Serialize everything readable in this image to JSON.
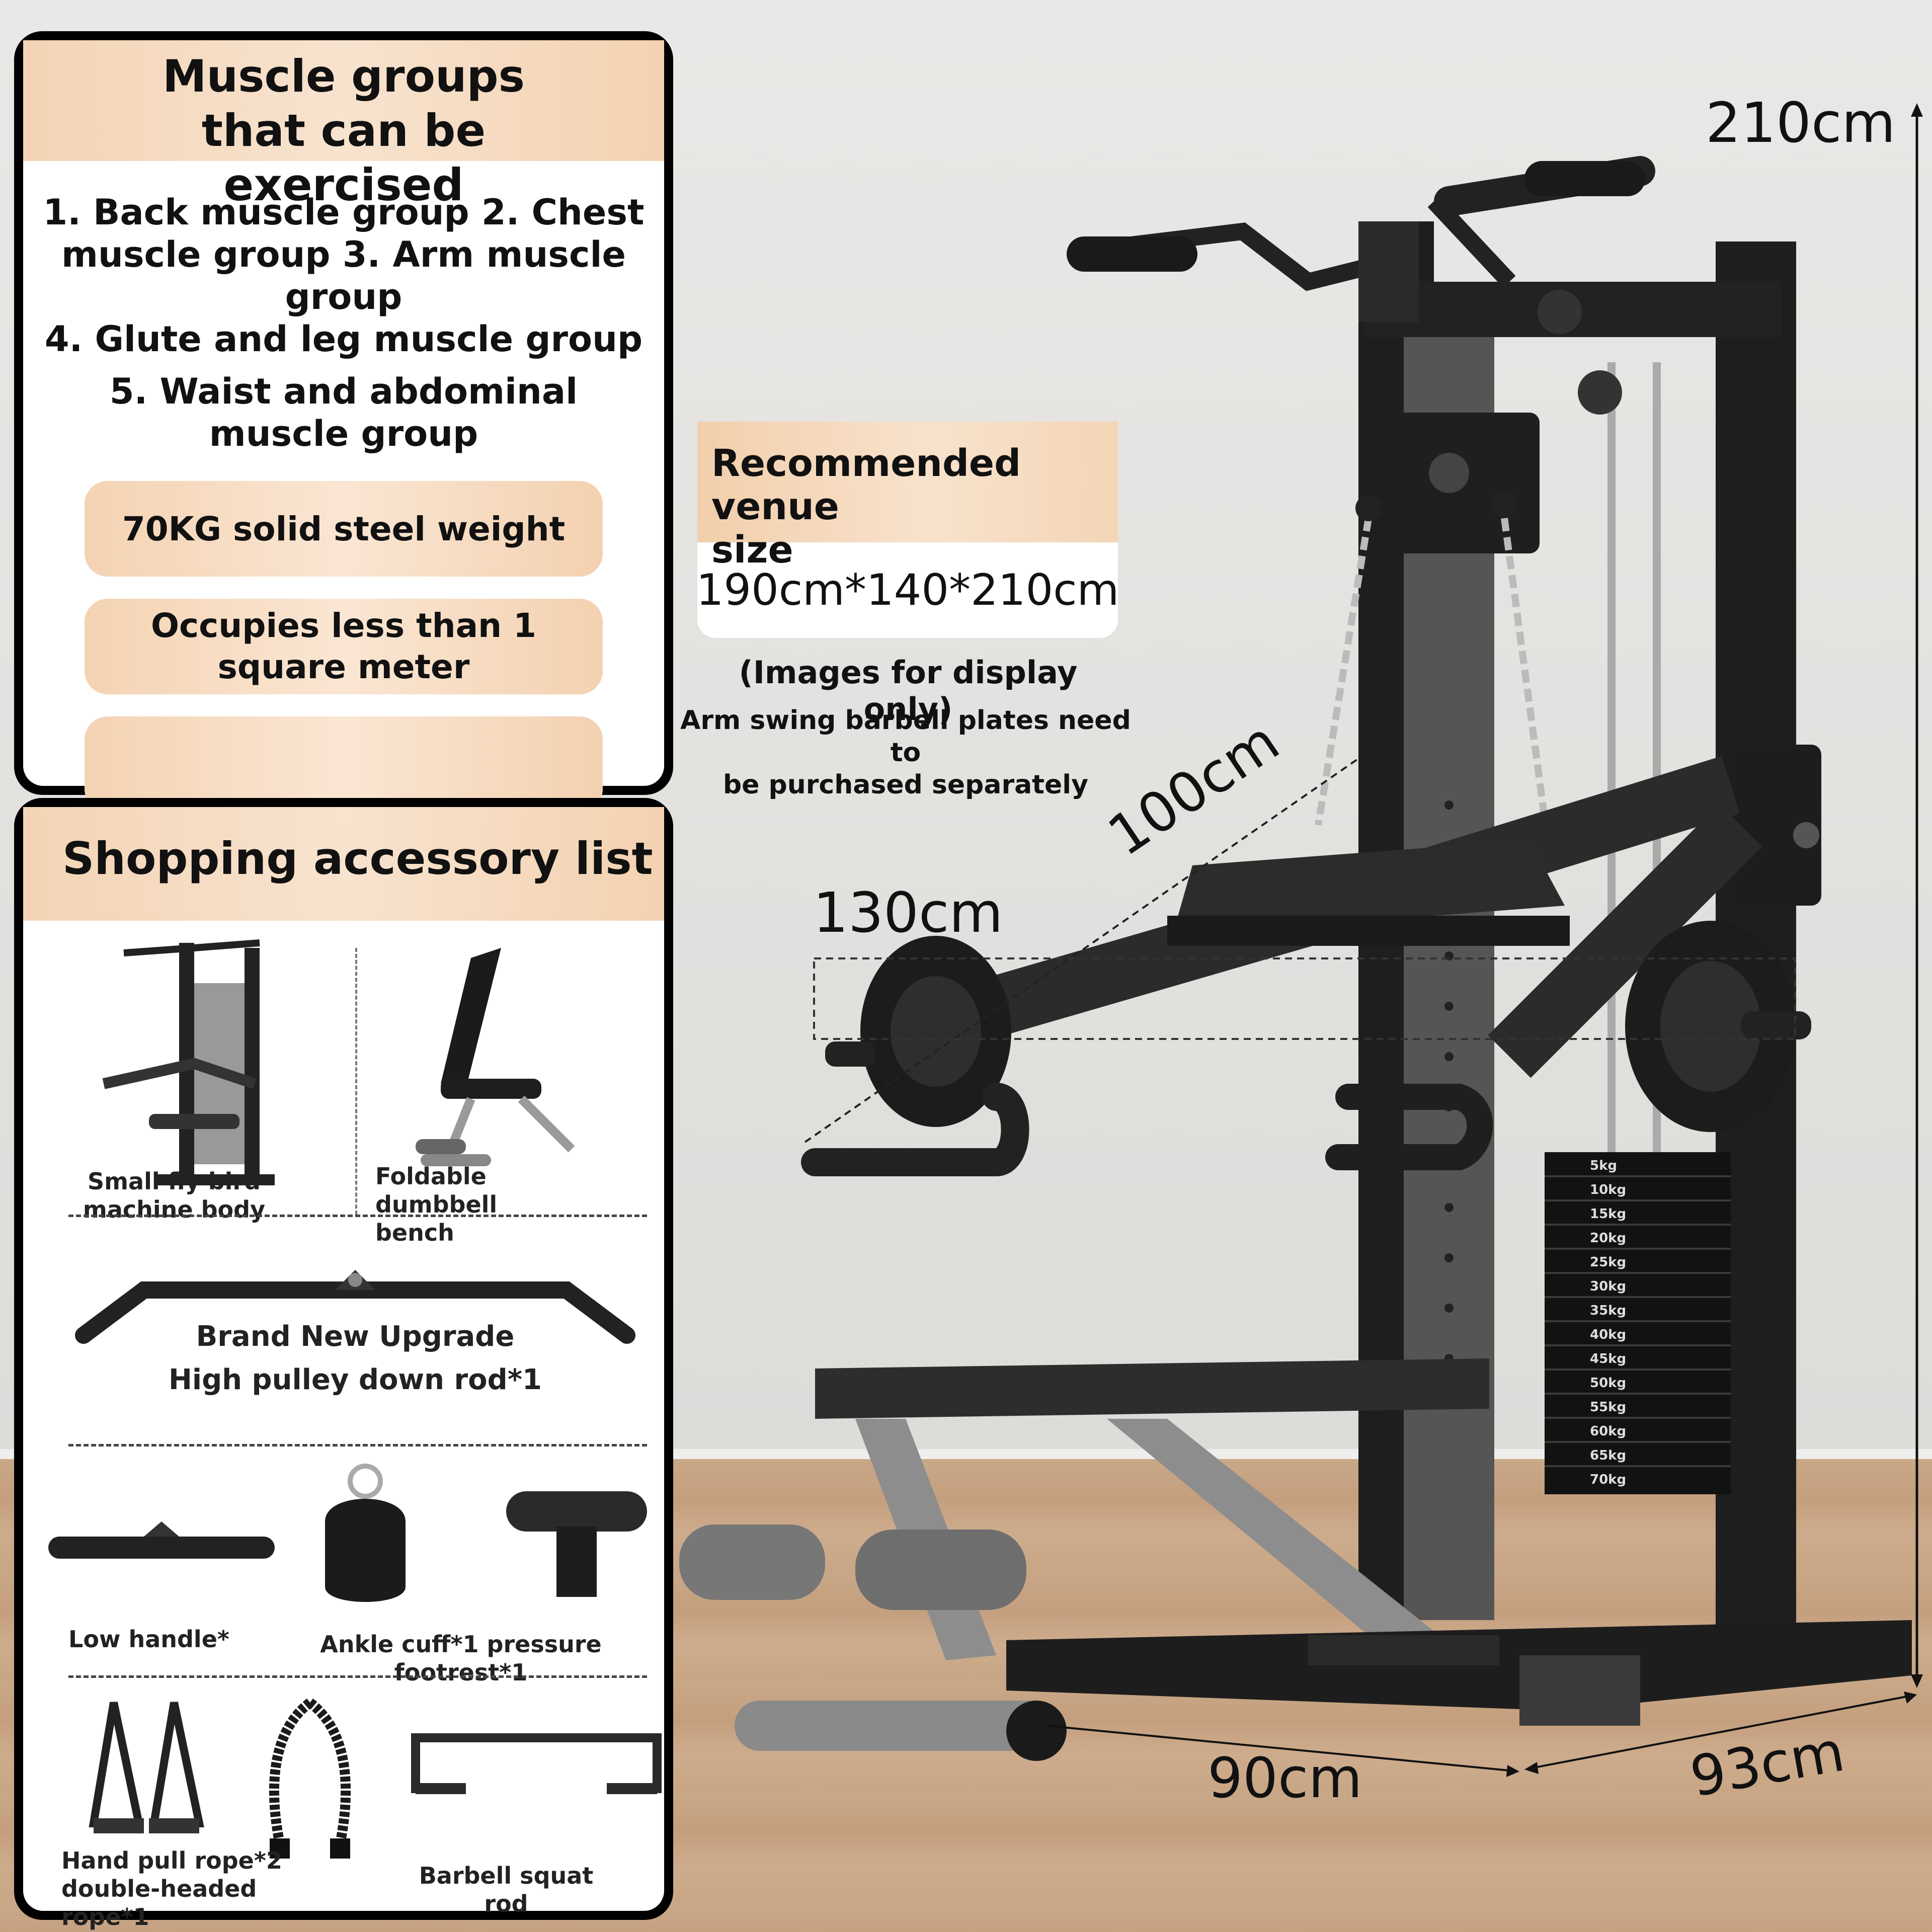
{
  "muscle_section": {
    "title": "Muscle groups that can be exercised",
    "groups_line1": "1. Back muscle group 2. Chest",
    "groups_line2": "muscle group 3. Arm muscle group",
    "groups_line3": "4. Glute and leg muscle group",
    "groups_line4": "5. Waist and abdominal",
    "groups_line5": "muscle group"
  },
  "features": {
    "weight": "70KG solid steel weight",
    "footprint_line1": "Occupies less than 1",
    "footprint_line2": "square meter",
    "empty": ""
  },
  "accessories": {
    "title": "Shopping accessory list",
    "fly_body_line1": "Small fly bird",
    "fly_body_line2": "machine body",
    "bench_line1": "Foldable",
    "bench_line2": "dumbbell bench",
    "pulley_line1": "Brand New Upgrade",
    "pulley_line2": "High pulley down rod*1",
    "low_handle": "Low handle*",
    "ankle_footrest": "Ankle cuff*1 pressure footrest*1",
    "rope_line1": "Hand pull rope*2",
    "rope_line2": "double-headed rope*1",
    "squat_rod": "Barbell squat rod"
  },
  "venue": {
    "heading_line1": "Recommended venue",
    "heading_line2": "size",
    "size": "190cm*140*210cm",
    "note": "(Images for display only)",
    "note2_line1": "Arm swing barbell plates need to",
    "note2_line2": "be purchased separately"
  },
  "dimensions": {
    "height": "210cm",
    "arm_length": "100cm",
    "arm_width": "130cm",
    "depth": "90cm",
    "width": "93cm"
  },
  "weight_stack": [
    "5kg",
    "10kg",
    "15kg",
    "20kg",
    "25kg",
    "30kg",
    "35kg",
    "40kg",
    "45kg",
    "50kg",
    "55kg",
    "60kg",
    "65kg",
    "70kg"
  ],
  "colors": {
    "peach": "#f3d4b5",
    "frame": "#1c1c1c",
    "silver": "#8d8d8d"
  }
}
